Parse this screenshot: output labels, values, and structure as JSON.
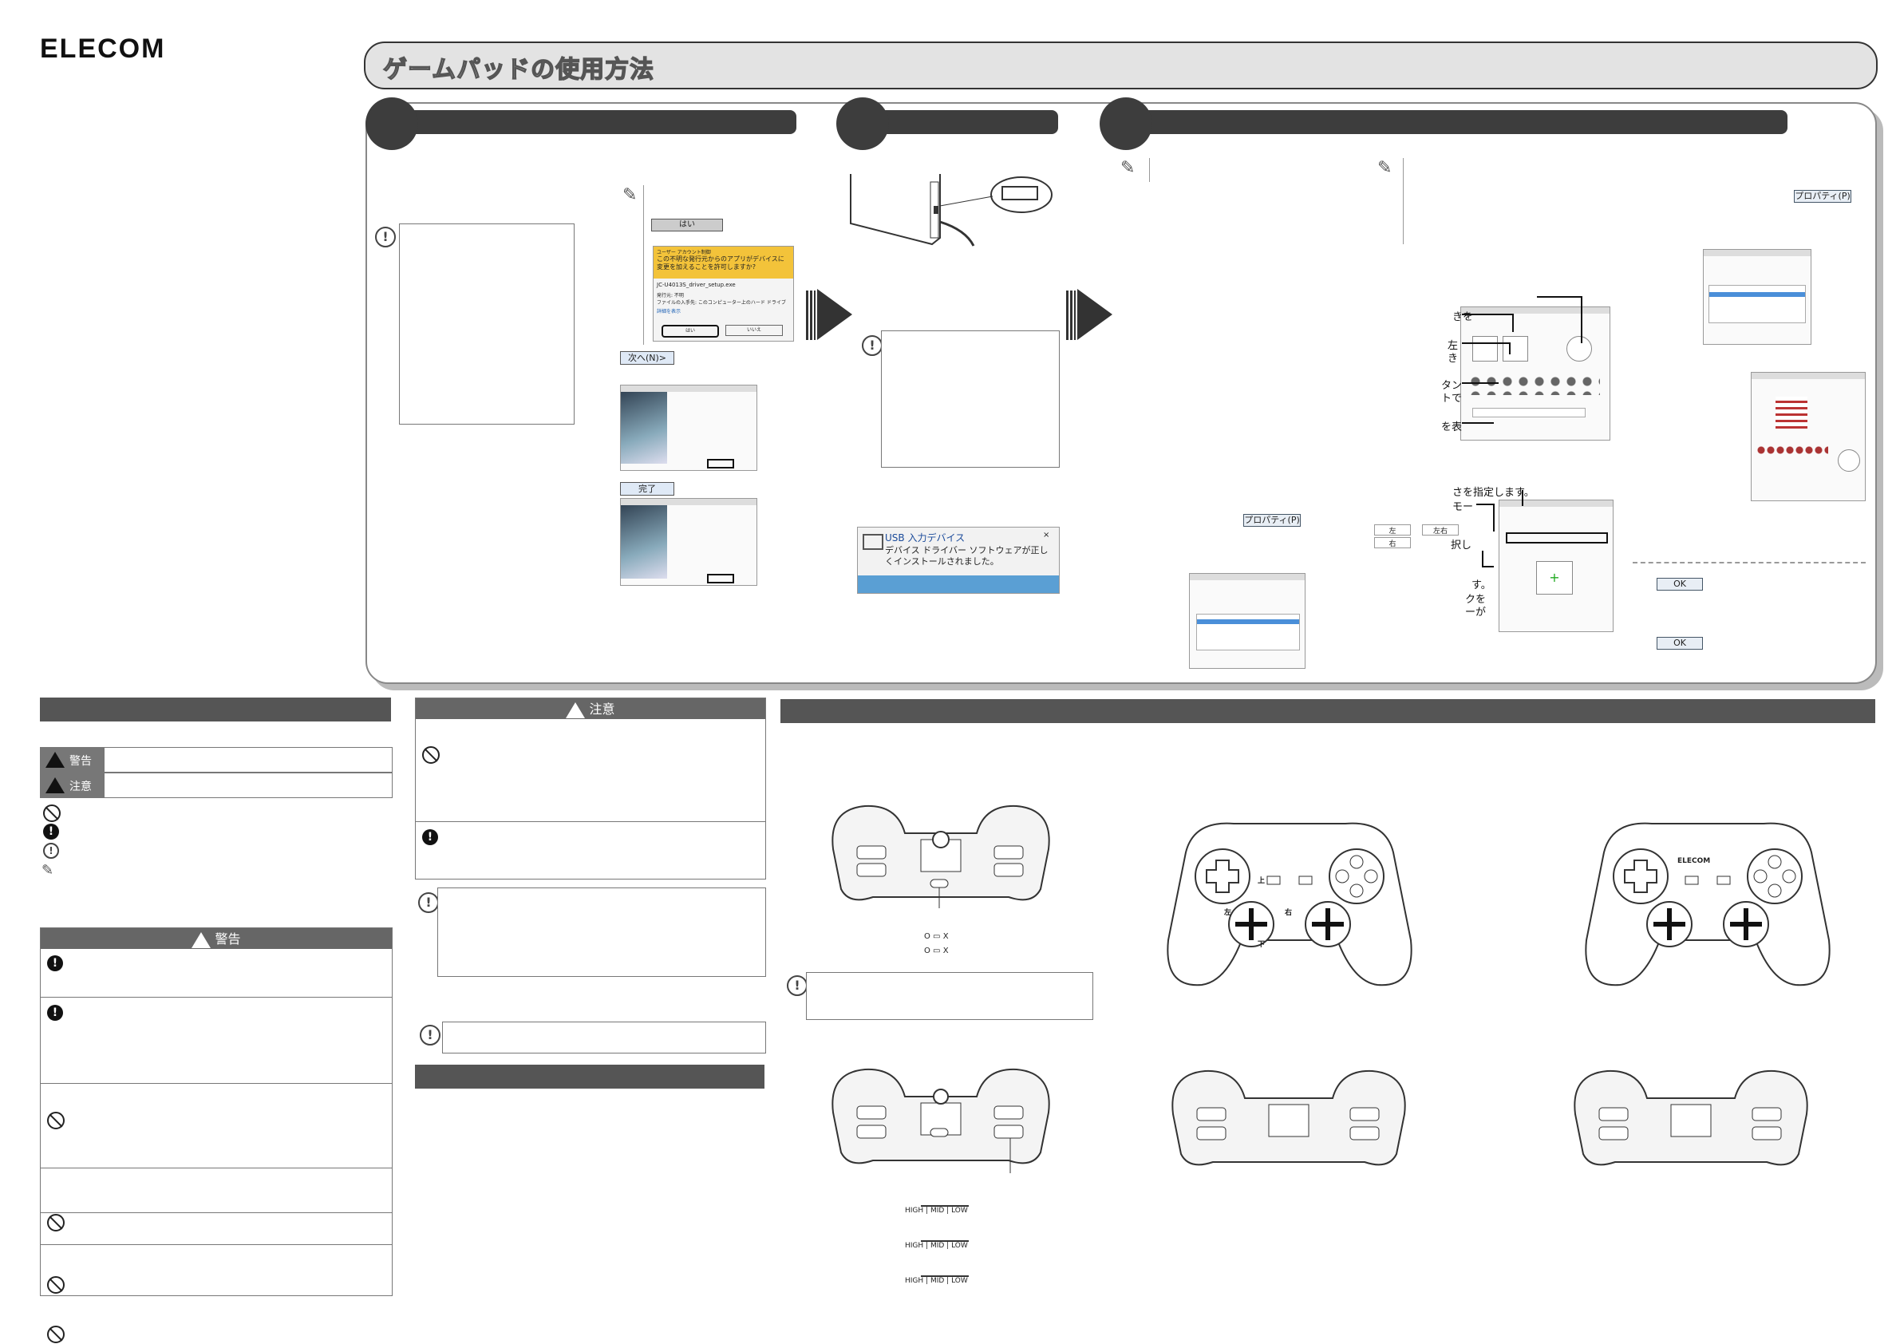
{
  "brand": {
    "logo": "ELECOM"
  },
  "page": {
    "title": "ゲームパッドの使用方法"
  },
  "install_dialog": {
    "yes_hint": "はい",
    "uac_title": "ユーザー アカウント制御",
    "uac_question": "この不明な発行元からのアプリがデバイスに変更を加えることを許可しますか?",
    "filename": "JC-U4013S_driver_setup.exe",
    "publisher": "発行元: 不明",
    "origin": "ファイルの入手先: このコンピューター上のハード ドライブ",
    "details": "詳細を表示",
    "yes_button": "はい",
    "no_button": "いいえ",
    "next_button": "次へ(N)>",
    "finish_button": "完了"
  },
  "usb_popup": {
    "title": "USB 入力デバイス",
    "message": "デバイス ドライバー ソフトウェアが正しくインストールされました。"
  },
  "buttons": {
    "properties": "プロパティ(P)",
    "ok": "OK"
  },
  "callouts": {
    "c1": "きを",
    "c2": "左",
    "c3": "き",
    "c4": "タン",
    "c5": "トで",
    "c6": "を表",
    "c7": "さを指定します。",
    "c8": "モー",
    "c9": "択し",
    "c10": "す。",
    "c11": "クを",
    "c12": "ーが"
  },
  "small_keys": {
    "k1": "左",
    "k2": "右",
    "k3": "左右"
  },
  "safety": {
    "warning_label": "警告",
    "caution_label": "注意"
  },
  "controller": {
    "brand_print": "ELECOM",
    "dir_up": "上",
    "dir_down": "下",
    "dir_left": "左",
    "dir_right": "右",
    "switch_on": "O",
    "switch_off": "X",
    "speed_high": "HIGH",
    "speed_mid": "MID",
    "speed_low": "LOW"
  }
}
